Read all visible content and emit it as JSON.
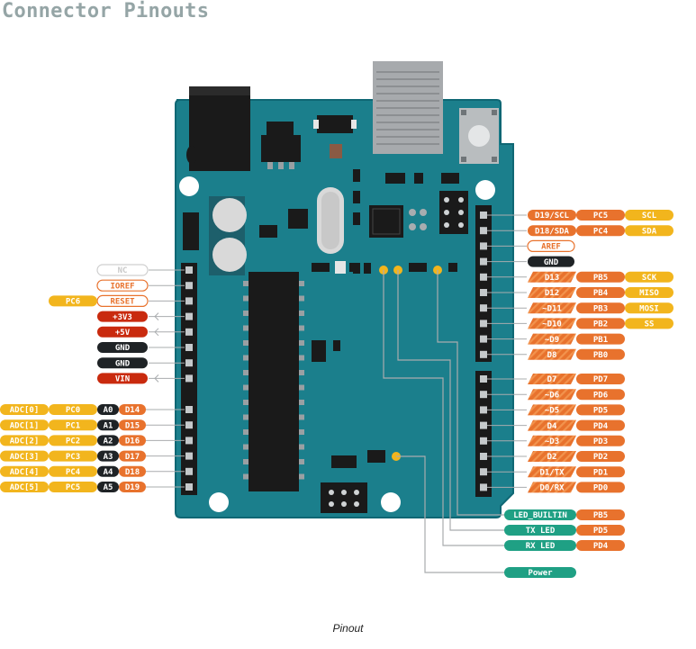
{
  "title": "Connector Pinouts",
  "caption": "Pinout",
  "colors": {
    "board": "#1b7f8c",
    "board_edge": "#0f6774",
    "orange": "#e8722d",
    "yellow": "#f2b51d",
    "red": "#c92a0e",
    "dark": "#1f2326",
    "green": "#1fa084",
    "peach_outline": "#e8722d",
    "gray_outline": "#cfcfcf"
  },
  "left_power": [
    {
      "text": "NC",
      "style": "gray"
    },
    {
      "text": "IOREF",
      "style": "outline"
    },
    {
      "text": "RESET",
      "style": "outline",
      "extra": "PC6"
    },
    {
      "text": "+3V3",
      "style": "red"
    },
    {
      "text": "+5V",
      "style": "red"
    },
    {
      "text": "GND",
      "style": "dark"
    },
    {
      "text": "GND",
      "style": "dark"
    },
    {
      "text": "VIN",
      "style": "red"
    }
  ],
  "left_analog": [
    {
      "adc": "ADC[0]",
      "port": "PC0",
      "a": "A0",
      "d": "D14"
    },
    {
      "adc": "ADC[1]",
      "port": "PC1",
      "a": "A1",
      "d": "D15"
    },
    {
      "adc": "ADC[2]",
      "port": "PC2",
      "a": "A2",
      "d": "D16"
    },
    {
      "adc": "ADC[3]",
      "port": "PC3",
      "a": "A3",
      "d": "D17"
    },
    {
      "adc": "ADC[4]",
      "port": "PC4",
      "a": "A4",
      "d": "D18"
    },
    {
      "adc": "ADC[5]",
      "port": "PC5",
      "a": "A5",
      "d": "D19"
    }
  ],
  "right_top": [
    {
      "pin": "D19/SCL",
      "port": "PC5",
      "func": "SCL"
    },
    {
      "pin": "D18/SDA",
      "port": "PC4",
      "func": "SDA"
    },
    {
      "pin": "AREF",
      "port": "",
      "func": "",
      "style": "outline"
    },
    {
      "pin": "GND",
      "port": "",
      "func": "",
      "style": "dark"
    },
    {
      "pin": "D13",
      "port": "PB5",
      "func": "SCK"
    },
    {
      "pin": "D12",
      "port": "PB4",
      "func": "MISO"
    },
    {
      "pin": "~D11",
      "port": "PB3",
      "func": "MOSI"
    },
    {
      "pin": "~D10",
      "port": "PB2",
      "func": "SS"
    },
    {
      "pin": "~D9",
      "port": "PB1",
      "func": ""
    },
    {
      "pin": "D8",
      "port": "PB0",
      "func": ""
    }
  ],
  "right_bottom": [
    {
      "pin": "D7",
      "port": "PD7"
    },
    {
      "pin": "~D6",
      "port": "PD6"
    },
    {
      "pin": "~D5",
      "port": "PD5"
    },
    {
      "pin": "D4",
      "port": "PD4"
    },
    {
      "pin": "~D3",
      "port": "PD3"
    },
    {
      "pin": "D2",
      "port": "PD2"
    },
    {
      "pin": "D1/TX",
      "port": "PD1"
    },
    {
      "pin": "D0/RX",
      "port": "PD0"
    }
  ],
  "leds": [
    {
      "name": "LED_BUILTIN",
      "port": "PB5"
    },
    {
      "name": "TX LED",
      "port": "PD5"
    },
    {
      "name": "RX LED",
      "port": "PD4"
    },
    {
      "name": "Power",
      "port": ""
    }
  ]
}
